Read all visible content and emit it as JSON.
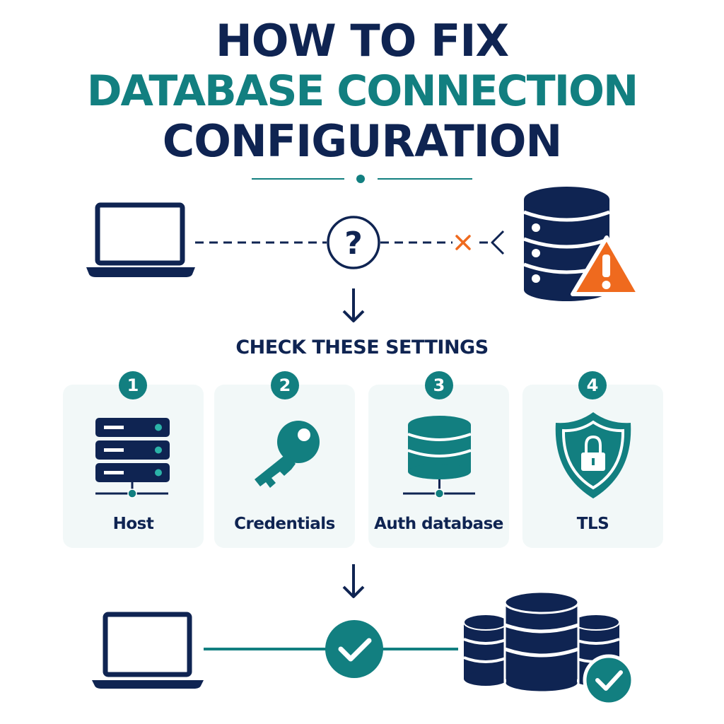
{
  "title": {
    "line1": "HOW TO FIX",
    "line2": "DATABASE CONNECTION",
    "line3": "CONFIGURATION"
  },
  "top_diagram": {
    "status_symbol": "?",
    "broken_symbol": "×",
    "icons": [
      "laptop-icon",
      "question-icon",
      "broken-link-icon",
      "database-icon",
      "warning-icon"
    ]
  },
  "subtitle": "CHECK THESE SETTINGS",
  "settings": [
    {
      "number": "1",
      "label": "Host",
      "icon": "server-icon"
    },
    {
      "number": "2",
      "label": "Credentials",
      "icon": "key-icon"
    },
    {
      "number": "3",
      "label": "Auth database",
      "icon": "database-network-icon"
    },
    {
      "number": "4",
      "label": "TLS",
      "icon": "shield-lock-icon"
    }
  ],
  "bottom_diagram": {
    "icons": [
      "laptop-icon",
      "check-icon",
      "database-cluster-icon",
      "check-badge-icon"
    ]
  },
  "colors": {
    "navy": "#0f2452",
    "teal": "#127f80",
    "orange": "#ef6a1e",
    "card_bg": "#f2f8f8"
  }
}
